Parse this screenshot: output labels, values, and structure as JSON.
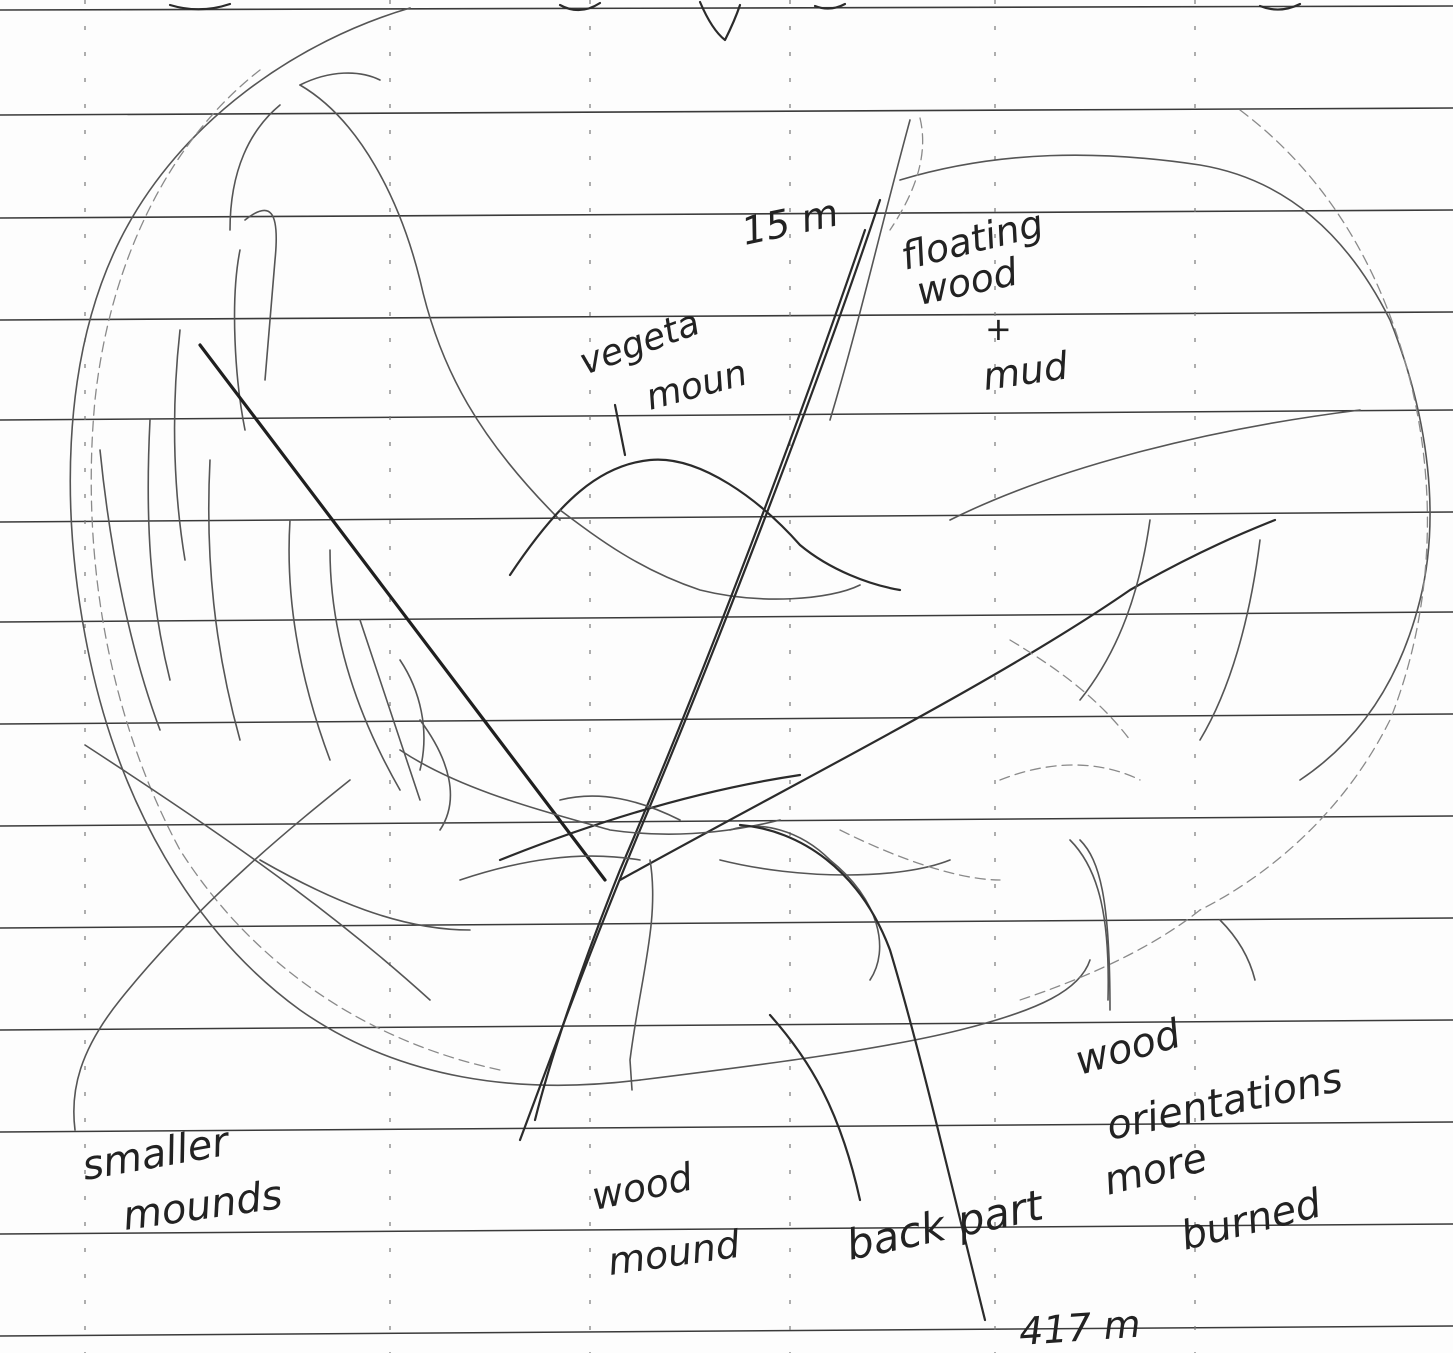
{
  "labels": {
    "distance_top": "15 m",
    "floating": [
      "floating",
      "wood",
      "+",
      "mud"
    ],
    "vegetation": [
      "vegeta",
      "moun"
    ],
    "smaller_mounds": [
      "smaller",
      "mounds"
    ],
    "wood_mound": [
      "wood",
      "mound"
    ],
    "back_part": "back part",
    "burned": [
      "more",
      "burned"
    ],
    "wood_orientations": [
      "wood",
      "orientations"
    ],
    "distance_bottom": "417 m"
  },
  "colors": {
    "ink": "#2b2b2b",
    "paper": "#fdfdfd",
    "rule_line": "#3a3a3a"
  }
}
